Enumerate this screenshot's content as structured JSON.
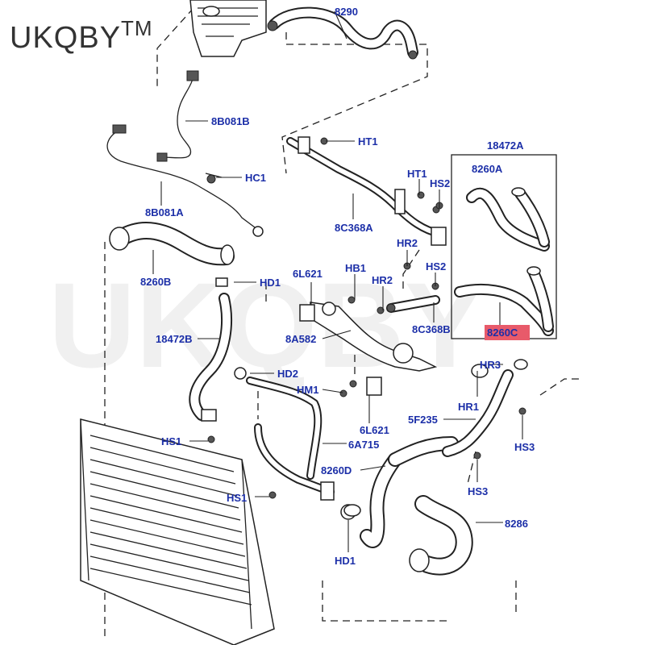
{
  "brand": {
    "name": "UKQBY",
    "mark": "TM"
  },
  "watermark": "UKQBY",
  "highlight_color": "#e85a6a",
  "label_color": "#1c2fa8",
  "labels": {
    "l8290": "8290",
    "l8B081B": "8B081B",
    "l8B081A": "8B081A",
    "lHC1": "HC1",
    "lHT1a": "HT1",
    "lHT1b": "HT1",
    "l8C368A": "8C368A",
    "l18472A": "18472A",
    "l8260A": "8260A",
    "lHS2a": "HS2",
    "lHS2b": "HS2",
    "lHR2a": "HR2",
    "lHR2b": "HR2",
    "l8260B": "8260B",
    "lHD1a": "HD1",
    "l6L621a": "6L621",
    "lHB1": "HB1",
    "l8C368B": "8C368B",
    "l8260C": "8260C",
    "l8A582": "8A582",
    "l18472B": "18472B",
    "lHD2": "HD2",
    "lHM1": "HM1",
    "l6L621b": "6L621",
    "lHR3": "HR3",
    "lHR1": "HR1",
    "l5F235": "5F235",
    "lHS3a": "HS3",
    "lHS3b": "HS3",
    "lHS1a": "HS1",
    "l6A715": "6A715",
    "l8260D": "8260D",
    "lHS1b": "HS1",
    "l8286": "8286",
    "lHD1b": "HD1"
  }
}
